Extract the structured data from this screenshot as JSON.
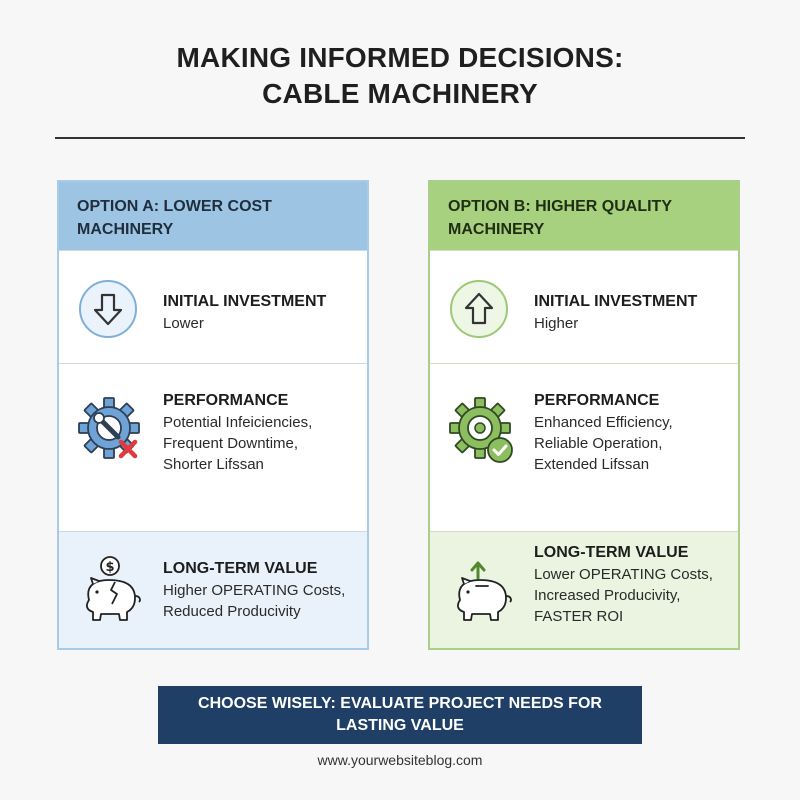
{
  "title": {
    "line1": "MAKING INFORMED DECISIONS:",
    "line2": "CABLE MACHINERY"
  },
  "colors": {
    "option_a_accent": "#9ec4e4",
    "option_b_accent": "#a7d07f",
    "banner": "#1f3f66"
  },
  "options": [
    {
      "header_line1": "OPTION A: LOWER COST",
      "header_line2": "MACHINERY",
      "initial_investment": {
        "icon": "arrow-down-icon",
        "title": "INITIAL INVESTMENT",
        "value": "Lower"
      },
      "performance": {
        "icon": "gear-wrench-cross-icon",
        "title": "PERFORMANCE",
        "lines": [
          "Potential Infeiciencies,",
          "Frequent Downtime,",
          "Shorter Lifssan"
        ]
      },
      "long_term_value": {
        "icon": "broken-piggy-bank-icon",
        "title": "LONG-TERM VALUE",
        "lines": [
          "Higher OPERATING Costs,",
          "Reduced Producivity"
        ]
      }
    },
    {
      "header_line1": "OPTION B: HIGHER QUALITY",
      "header_line2": "MACHINERY",
      "initial_investment": {
        "icon": "arrow-up-icon",
        "title": "INITIAL INVESTMENT",
        "value": "Higher"
      },
      "performance": {
        "icon": "gear-check-icon",
        "title": "PERFORMANCE",
        "lines": [
          "Enhanced Efficiency,",
          "Reliable Operation,",
          "Extended Lifssan"
        ]
      },
      "long_term_value": {
        "icon": "piggy-bank-arrow-up-icon",
        "title": "LONG-TERM VALUE",
        "lines": [
          "Lower OPERATING Costs,",
          "Increased Producivity,",
          "FASTER ROI"
        ]
      }
    }
  ],
  "banner": {
    "line1": "CHOOSE WISELY: EVALUATE PROJECT NEEDS FOR",
    "line2": "LASTING VALUE"
  },
  "footer": "www.yourwebsiteblog.com"
}
